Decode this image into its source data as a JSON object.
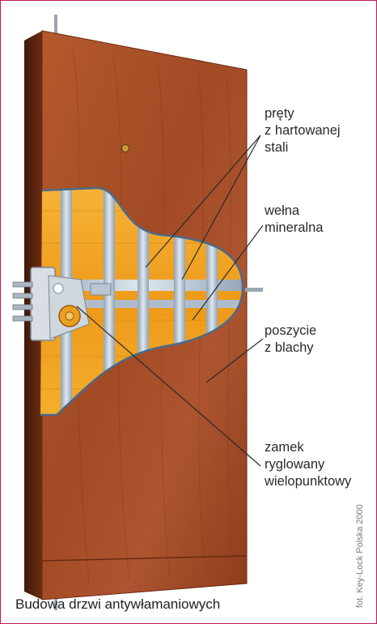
{
  "labels": {
    "rods": [
      "pręty",
      "z hartowanej",
      "stali"
    ],
    "wool": [
      "wełna",
      "mineralna"
    ],
    "sheet": [
      "poszycie",
      "z blachy"
    ],
    "lock": [
      "zamek",
      "ryglowany",
      "wielopunktowy"
    ]
  },
  "caption": "Budowa drzwi antywłamaniowych",
  "credit": "fot. Key-Lock Polska 2000",
  "colors": {
    "frame_border": "#c2185b",
    "door_wood": "#a84f2a",
    "door_edge": "#5a2410",
    "insulation": "#f0a020",
    "steel_rod": "#b9c6d2",
    "lock_brass": "#e8a020",
    "leader_line": "#2a2a2a"
  }
}
